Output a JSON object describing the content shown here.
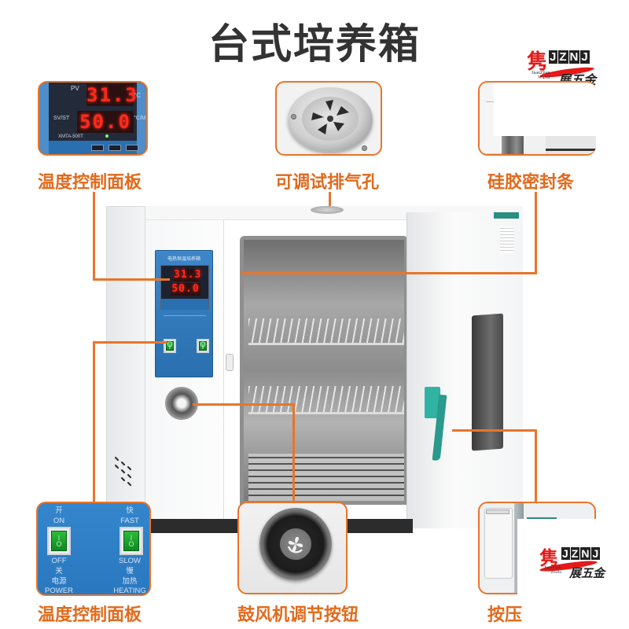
{
  "title": "台式培养箱",
  "logo": {
    "char": "隽",
    "abbr": [
      "J",
      "Z",
      "N",
      "J"
    ],
    "subtitle": "展五金",
    "pinyin_top": "JuanZhan",
    "pinyin_bottom": "WuJin"
  },
  "callouts": {
    "temp_panel_top": {
      "label": "温度控制面板",
      "pv_label": "PV",
      "pv_value": "31.3",
      "pv_unit": "°C",
      "sv_label": "SV/ST",
      "sv_value": "50.0",
      "sv_unit": "°C/M",
      "model": "XMTA-500T"
    },
    "vent": {
      "label": "可调试排气孔"
    },
    "seal": {
      "label": "硅胶密封条"
    },
    "switch_panel": {
      "label": "温度控制面板",
      "left_switch": {
        "top_cn": "开",
        "top_en": "ON",
        "bottom_en": "OFF",
        "bottom_cn": "关",
        "name_cn": "电源",
        "name_en": "POWER"
      },
      "right_switch": {
        "top_cn": "快",
        "top_en": "FAST",
        "bottom_en": "SLOW",
        "bottom_cn": "慢",
        "name_cn": "加热",
        "name_en": "HEATING"
      }
    },
    "blower_knob": {
      "label": "鼓风机调节按钮"
    },
    "door_lock": {
      "label": "按压"
    }
  },
  "machine": {
    "panel_title": "电热恒温培养箱",
    "pv_value": "31.3",
    "sv_value": "50.0"
  },
  "colors": {
    "accent": "#e8752a",
    "label": "#e26a1c",
    "title": "#333333",
    "panel_blue": "#2f7bbf",
    "handle_teal": "#2aa79a"
  }
}
